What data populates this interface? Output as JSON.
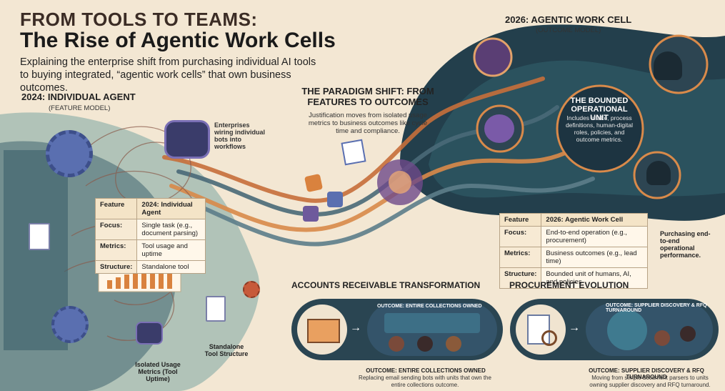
{
  "header": {
    "title_line1": "FROM TOOLS TO TEAMS:",
    "title_line2": "The Rise of Agentic Work Cells",
    "subtitle": "Explaining the enterprise shift from purchasing individual AI tools to buying integrated, “agentic work cells” that own business outcomes."
  },
  "left": {
    "section_title": "2024: INDIVIDUAL AGENT",
    "section_sub": "(FEATURE MODEL)",
    "callout_wiring": "Enterprises wiring individual bots into workflows",
    "callout_metrics": "Isolated Usage Metrics (Tool Uptime)",
    "callout_structure": "Standalone Tool Structure"
  },
  "table_2024": {
    "h1": "Feature",
    "h2": "2024: Individual Agent",
    "rows": [
      {
        "k": "Focus:",
        "v": "Single task (e.g., document parsing)"
      },
      {
        "k": "Metrics:",
        "v": "Tool usage and uptime"
      },
      {
        "k": "Structure:",
        "v": "Standalone tool"
      }
    ]
  },
  "paradigm": {
    "title": "THE PARADIGM SHIFT: FROM FEATURES TO OUTCOMES",
    "text": "Justification moves from isolated usage metrics to business outcomes like cycle time and compliance."
  },
  "right": {
    "section_title": "2026: AGENTIC WORK CELL",
    "section_sub": "(OUTCOME MODEL)",
    "bounded_title": "THE BOUNDED OPERATIONAL UNIT",
    "bounded_text": "Includes intake, process definitions, human-digital roles, policies, and outcome metrics.",
    "callout_purchasing": "Purchasing end-to-end operational performance."
  },
  "table_2026": {
    "h1": "Feature",
    "h2": "2026: Agentic Work Cell",
    "rows": [
      {
        "k": "Focus:",
        "v": "End-to-end operation (e.g., procurement)"
      },
      {
        "k": "Metrics:",
        "v": "Business outcomes (e.g., lead time)"
      },
      {
        "k": "Structure:",
        "v": "Bounded unit of humans, AI, and policies"
      }
    ]
  },
  "ar": {
    "title": "ACCOUNTS RECEIVABLE TRANSFORMATION",
    "outcome": "OUTCOME: ENTIRE COLLECTIONS OWNED",
    "text": "Replacing email sending bots with units that own the entire collections outcome."
  },
  "proc": {
    "title": "PROCUREMENT EVOLUTION",
    "outcome": "OUTCOME: SUPPLIER DISCOVERY & RFQ TURNAROUND",
    "text": "Moving from simple document parsers to units owning supplier discovery and RFQ turnaround."
  },
  "icons": [
    "gear-icon",
    "robot-icon",
    "document-icon",
    "bar-chart-icon",
    "envelope-icon",
    "magnifier-icon",
    "globe-icon",
    "brain-icon",
    "person-icon"
  ],
  "colors": {
    "teal": "#2e4d57",
    "orange": "#d9823e",
    "cream": "#f3e7d3",
    "purple": "#6e5a9c"
  }
}
